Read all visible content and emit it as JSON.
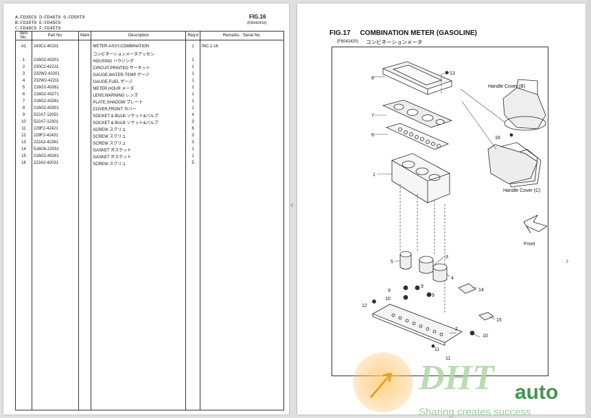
{
  "left_page": {
    "models": [
      "A:FD35C9  D:FD40T9  G:FD50T9",
      "B:FD35T9  E:FD45C9",
      "C:FD40C9  F:FD45T9"
    ],
    "fig_title": "FIG.16",
    "fig_code": "(F6042410)",
    "headers": {
      "item": "Item No.",
      "part": "Part No.",
      "mark": "Mark",
      "desc": "Description",
      "req": "Req'd",
      "remarks": "Remarks : Serial No."
    },
    "rows": [
      {
        "item": "A1",
        "part": "243C2-40101",
        "mark": "",
        "desc": "METER-ASSY,COMBINATION",
        "req": "1",
        "remarks": "INC.1-16"
      },
      {
        "item": "",
        "part": "",
        "mark": "",
        "desc": "コンビネーションメータアッセン",
        "req": "",
        "remarks": ""
      },
      {
        "item": "1",
        "part": "216G2-43201",
        "mark": "",
        "desc": "HOUSING   ハウジング",
        "req": "1",
        "remarks": ""
      },
      {
        "item": "2",
        "part": "230C2-42221",
        "mark": "",
        "desc": "CIRCUIT,PRINTED   サーキット",
        "req": "1",
        "remarks": ""
      },
      {
        "item": "3",
        "part": "232W2-42201",
        "mark": "",
        "desc": "GAUGE,WATER-TEMP   ゲージ",
        "req": "1",
        "remarks": ""
      },
      {
        "item": "4",
        "part": "232W2-42211",
        "mark": "",
        "desc": "GAUGE,FUEL   ゲージ",
        "req": "1",
        "remarks": ""
      },
      {
        "item": "5",
        "part": "216G2-43261",
        "mark": "",
        "desc": "METER,HOUR   メータ",
        "req": "1",
        "remarks": ""
      },
      {
        "item": "6",
        "part": "216G2-43271",
        "mark": "",
        "desc": "LENS,WARNING   レンズ",
        "req": "1",
        "remarks": ""
      },
      {
        "item": "7",
        "part": "216G2-43281",
        "mark": "",
        "desc": "PLATE,SHADOW   プレート",
        "req": "1",
        "remarks": ""
      },
      {
        "item": "8",
        "part": "216G2-43301",
        "mark": "",
        "desc": "COVER,FRONT   カバー",
        "req": "1",
        "remarks": ""
      },
      {
        "item": "9",
        "part": "522A7-12051",
        "mark": "",
        "desc": "SOCKET & BULB   ソケット&バルブ",
        "req": "4",
        "remarks": ""
      },
      {
        "item": "10",
        "part": "522A7-12301",
        "mark": "",
        "desc": "SOCKET & BULB   ソケット&バルブ",
        "req": "3",
        "remarks": ""
      },
      {
        "item": "11",
        "part": "229F2-42421",
        "mark": "",
        "desc": "SCREW   スクリュ",
        "req": "6",
        "remarks": ""
      },
      {
        "item": "12",
        "part": "229F2-42431",
        "mark": "",
        "desc": "SCREW   スクリュ",
        "req": "3",
        "remarks": ""
      },
      {
        "item": "13",
        "part": "222A2-42361",
        "mark": "",
        "desc": "SCREW   スクリュ",
        "req": "3",
        "remarks": ""
      },
      {
        "item": "14",
        "part": "516G6-22031",
        "mark": "",
        "desc": "GASKET   ガスケット",
        "req": "1",
        "remarks": ""
      },
      {
        "item": "15",
        "part": "216G2-43161",
        "mark": "",
        "desc": "GASKET   ガスケット",
        "req": "1",
        "remarks": ""
      },
      {
        "item": "16",
        "part": "222A2-42031",
        "mark": "",
        "desc": "SCREW   スクリュ",
        "req": "5",
        "remarks": ""
      }
    ]
  },
  "right_page": {
    "fig_title": "FIG.17     COMBINATION METER (GASOLINE)",
    "fig_code": "(F6042420)",
    "fig_jp": "コンビネーションメータ",
    "labels": {
      "l8": "8",
      "l13": "13",
      "l7": "7",
      "l6": "6",
      "l1": "1",
      "l5": "5",
      "l3": "3",
      "l4": "4",
      "l9a": "9",
      "l9b": "9",
      "l9c": "9",
      "l10a": "10",
      "l10b": "10",
      "l12": "12",
      "l14": "14",
      "l15": "15",
      "l2": "2",
      "l11a": "11",
      "l11b": "11",
      "l16": "16",
      "handle_b": "Handle Cover (B)",
      "handle_c": "Handle Cover (C)",
      "front": "Front"
    }
  },
  "watermark": {
    "brand_main": "DHT",
    "brand_sub": "auto",
    "tagline": "Sharing creates success"
  }
}
